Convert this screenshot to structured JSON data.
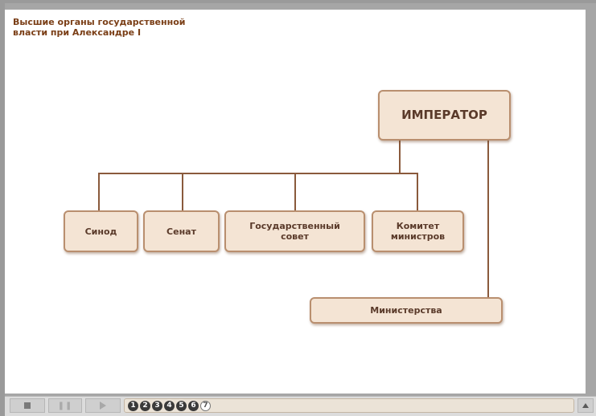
{
  "title": [
    "Высшие органы государственной",
    "власти при Александре I"
  ],
  "diagram": {
    "emperor": "ИМПЕРАТОР",
    "synod": "Синод",
    "senate": "Сенат",
    "state_council": [
      "Государственный",
      "совет"
    ],
    "committee": [
      "Комитет",
      "министров"
    ],
    "ministries": "Министерства"
  },
  "player": {
    "slides": [
      "1",
      "2",
      "3",
      "4",
      "5",
      "6",
      "7"
    ],
    "current_slide": "7"
  },
  "colors": {
    "title": "#7a3e16",
    "box_fill": "#f4e4d4",
    "box_border": "#b98f6f",
    "connector": "#8a5a3c"
  }
}
